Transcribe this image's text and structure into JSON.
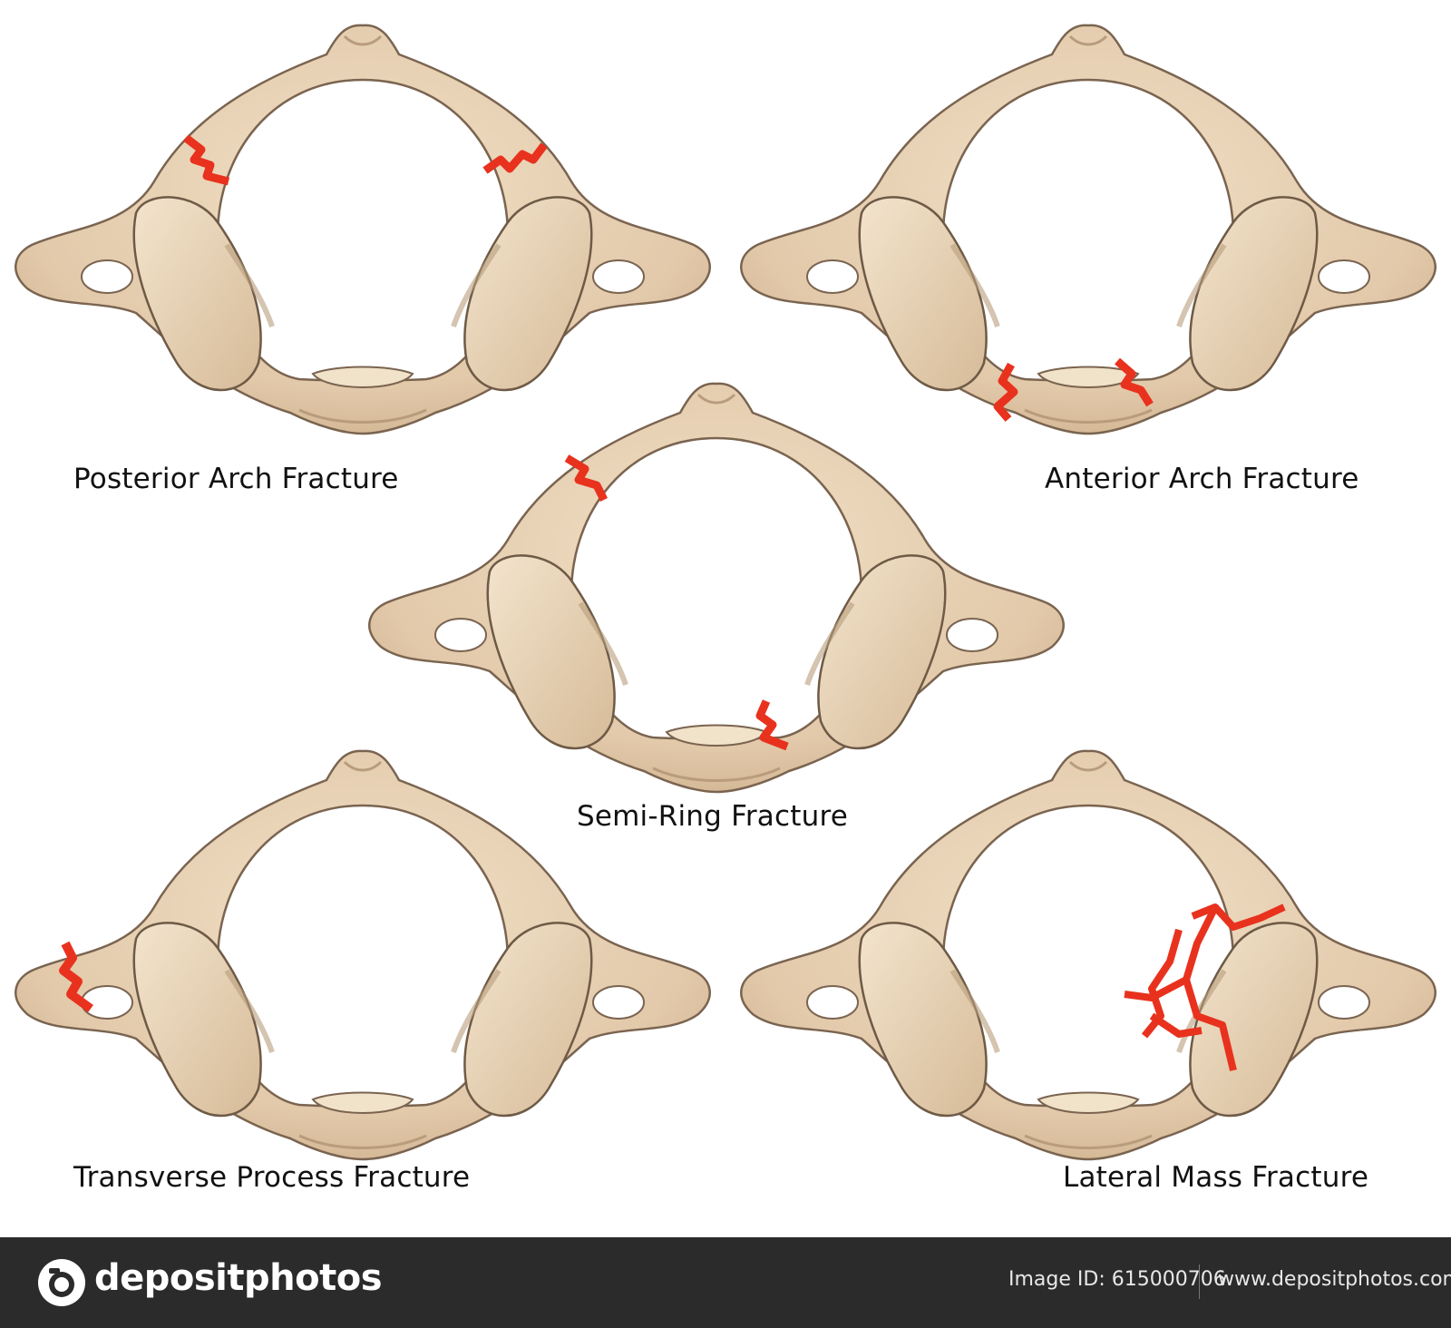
{
  "figure": {
    "panels": [
      {
        "id": "posterior",
        "caption": "Posterior Arch Fracture"
      },
      {
        "id": "anterior",
        "caption": "Anterior Arch Fracture"
      },
      {
        "id": "semi-ring",
        "caption": "Semi-Ring Fracture"
      },
      {
        "id": "transverse",
        "caption": "Transverse Process Fracture"
      },
      {
        "id": "lateral-mass",
        "caption": "Lateral Mass Fracture"
      }
    ]
  },
  "colors": {
    "bone": "#e6d0b4",
    "bone_shadow": "#b89c7c",
    "bone_outline": "#6e5a46",
    "fracture": "#e8321e",
    "footer_bg": "#2b2b2b"
  },
  "footer": {
    "logo_text": "depositphotos",
    "image_id": "Image ID: 615000706",
    "url": "www.depositphotos.com"
  }
}
